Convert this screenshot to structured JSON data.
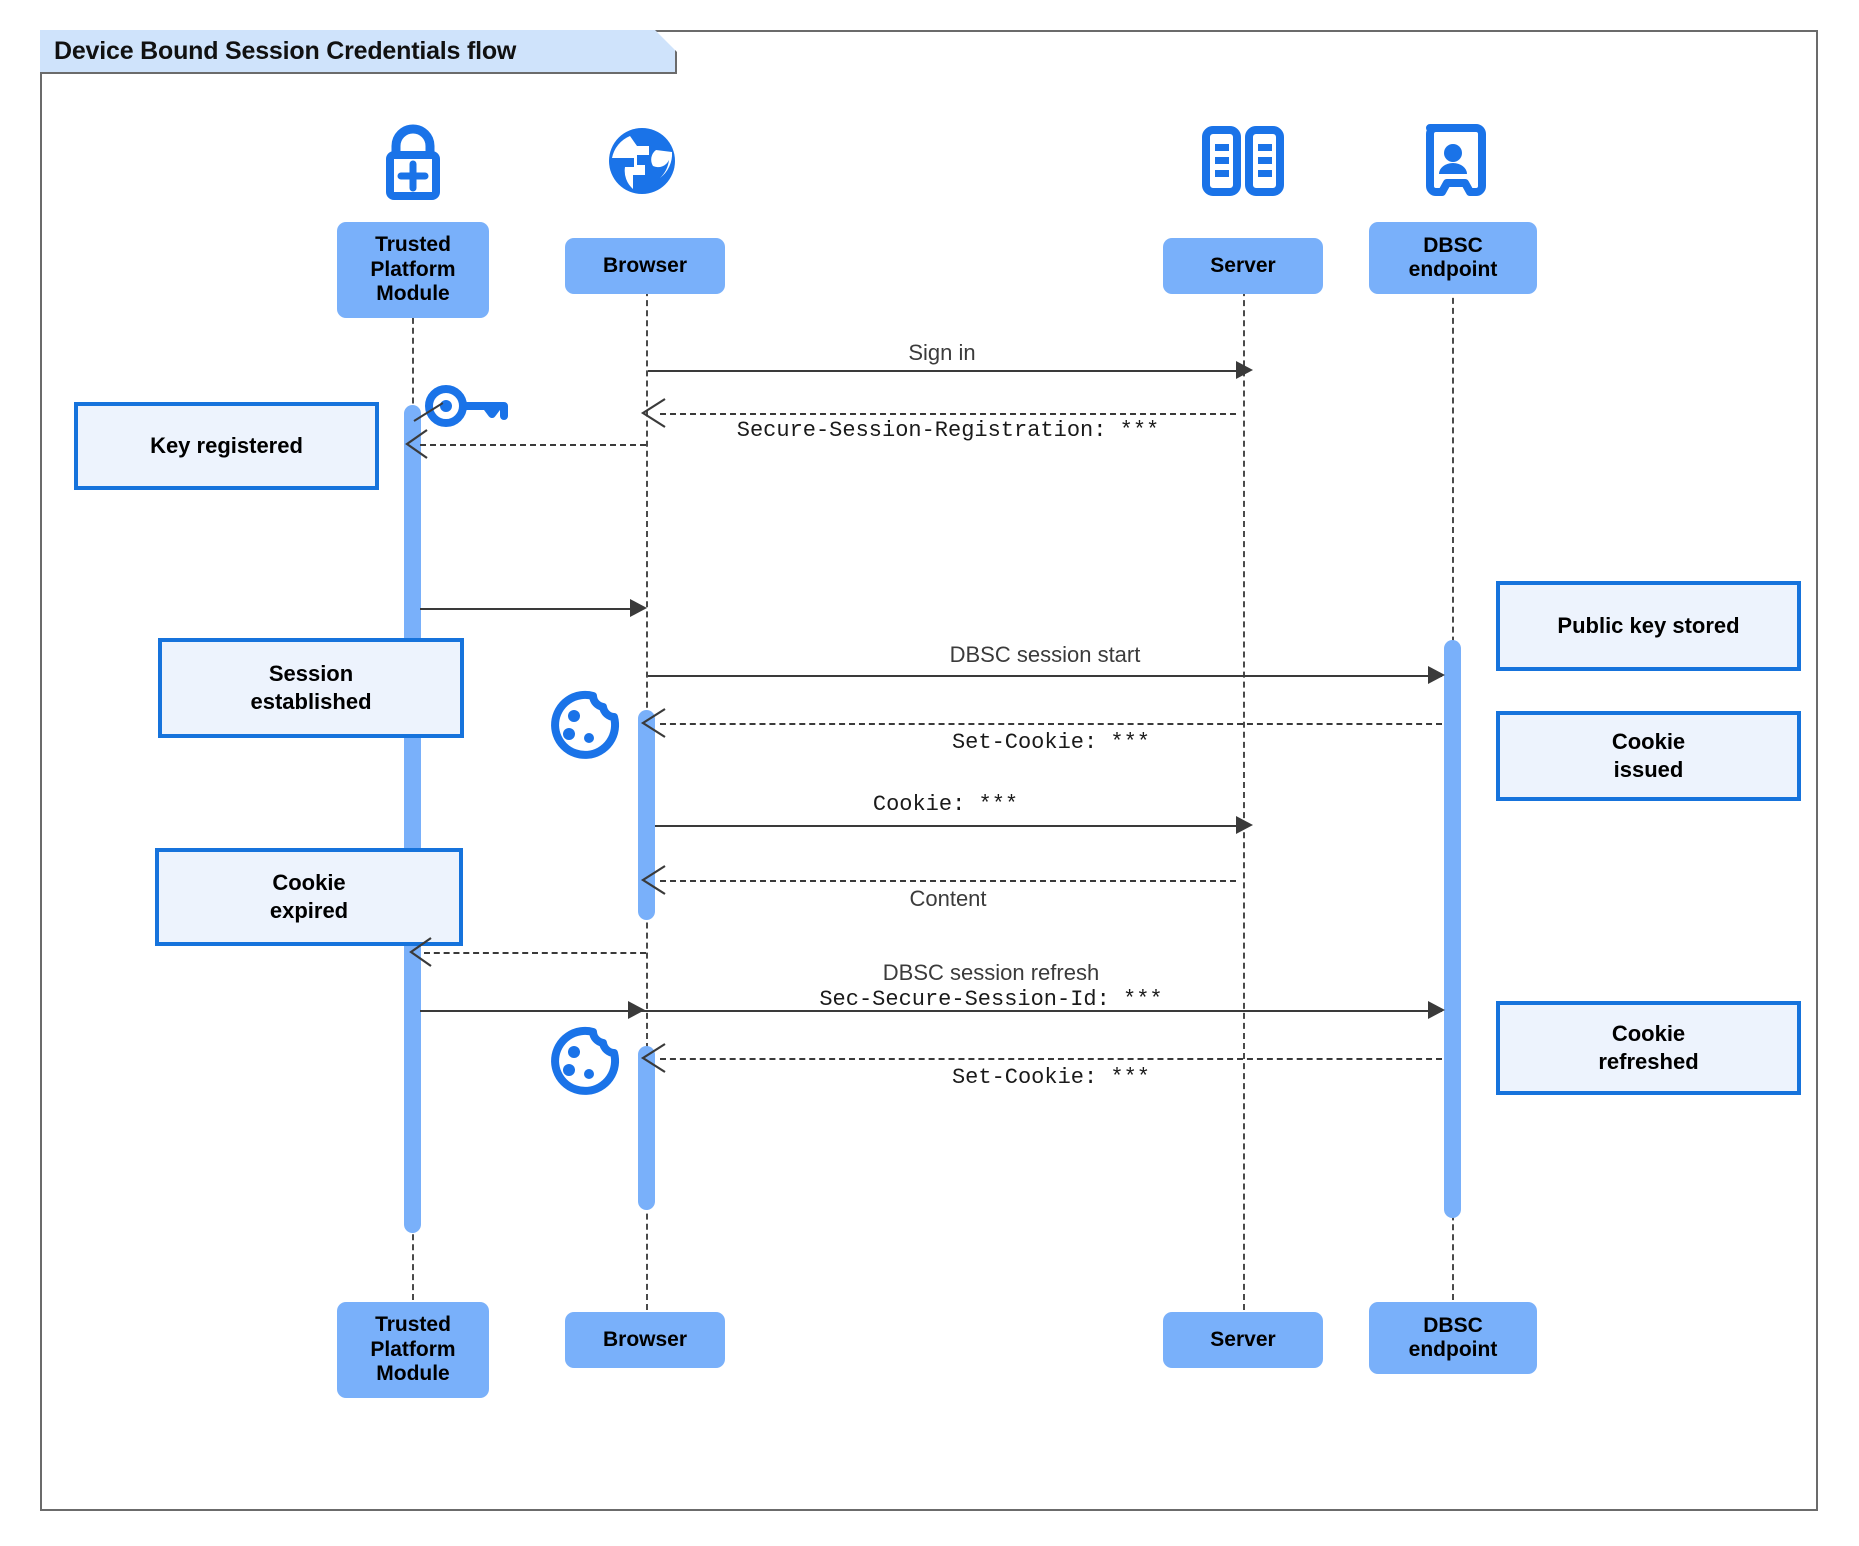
{
  "diagram": {
    "title": "Device Bound Session Credentials flow",
    "type": "uml-sequence-diagram",
    "colors": {
      "participant_fill": "#79b0fa",
      "note_fill": "#edf3fd",
      "note_border": "#1673dc",
      "icon_blue": "#1a73e8",
      "line": "#3a3a3a",
      "frame": "#6b6b6b",
      "title_tab_fill": "#cfe3fb"
    }
  },
  "participants": [
    {
      "id": "tpm",
      "label": "Trusted\nPlatform\nModule",
      "label_line1": "Trusted",
      "label_line2": "Platform",
      "label_line3": "Module",
      "icon": "lock-plus-icon"
    },
    {
      "id": "browser",
      "label": "Browser",
      "icon": "globe-icon"
    },
    {
      "id": "server",
      "label": "Server",
      "icon": "server-rack-icon"
    },
    {
      "id": "dbsc",
      "label": "DBSC\nendpoint",
      "label_line1": "DBSC",
      "label_line2": "endpoint",
      "icon": "id-badge-icon"
    }
  ],
  "messages": [
    {
      "id": "m1",
      "from": "browser",
      "to": "server",
      "label": "Sign in",
      "style": "solid",
      "font": "sans"
    },
    {
      "id": "m2",
      "from": "server",
      "to": "browser",
      "label": "Secure-Session-Registration: ***",
      "style": "dashed",
      "font": "mono"
    },
    {
      "id": "m3",
      "from": "tpm",
      "to": "browser",
      "label": "",
      "style": "solid",
      "font": "sans"
    },
    {
      "id": "m4",
      "from": "browser",
      "to": "dbsc",
      "label": "DBSC session start",
      "style": "solid",
      "font": "sans"
    },
    {
      "id": "m5",
      "from": "dbsc",
      "to": "browser",
      "label": "Set-Cookie: ***",
      "style": "dashed",
      "font": "mono"
    },
    {
      "id": "m6",
      "from": "browser",
      "to": "server",
      "label": "Cookie: ***",
      "style": "solid",
      "font": "mono"
    },
    {
      "id": "m7",
      "from": "server",
      "to": "browser",
      "label": "Content",
      "style": "dashed",
      "font": "sans"
    },
    {
      "id": "m8",
      "from": "browser",
      "to": "tpm",
      "label": "",
      "style": "dashed",
      "font": "sans"
    },
    {
      "id": "m9",
      "from": "tpm",
      "to": "dbsc",
      "label_line1": "DBSC session refresh",
      "label_line2": "Sec-Secure-Session-Id: ***",
      "style": "solid",
      "font": "mixed"
    },
    {
      "id": "m10",
      "from": "dbsc",
      "to": "browser",
      "label": "Set-Cookie: ***",
      "style": "dashed",
      "font": "mono"
    }
  ],
  "notes": [
    {
      "id": "n1",
      "text": "Key registered",
      "side": "left",
      "attached_to": "tpm"
    },
    {
      "id": "n2",
      "text": "Session\nestablished",
      "line1": "Session",
      "line2": "established",
      "side": "left",
      "attached_to": "tpm"
    },
    {
      "id": "n3",
      "text": "Cookie\nexpired",
      "line1": "Cookie",
      "line2": "expired",
      "side": "left",
      "attached_to": "tpm"
    },
    {
      "id": "n4",
      "text": "Public key stored",
      "side": "right",
      "attached_to": "dbsc"
    },
    {
      "id": "n5",
      "text": "Cookie\nissued",
      "line1": "Cookie",
      "line2": "issued",
      "side": "right",
      "attached_to": "dbsc"
    },
    {
      "id": "n6",
      "text": "Cookie\nrefreshed",
      "line1": "Cookie",
      "line2": "refreshed",
      "side": "right",
      "attached_to": "dbsc"
    }
  ],
  "decor_icons": [
    {
      "id": "key",
      "name": "key-icon",
      "near": "tpm"
    },
    {
      "id": "cookie1",
      "name": "cookie-icon",
      "near": "browser"
    },
    {
      "id": "cookie2",
      "name": "cookie-icon",
      "near": "browser"
    }
  ]
}
